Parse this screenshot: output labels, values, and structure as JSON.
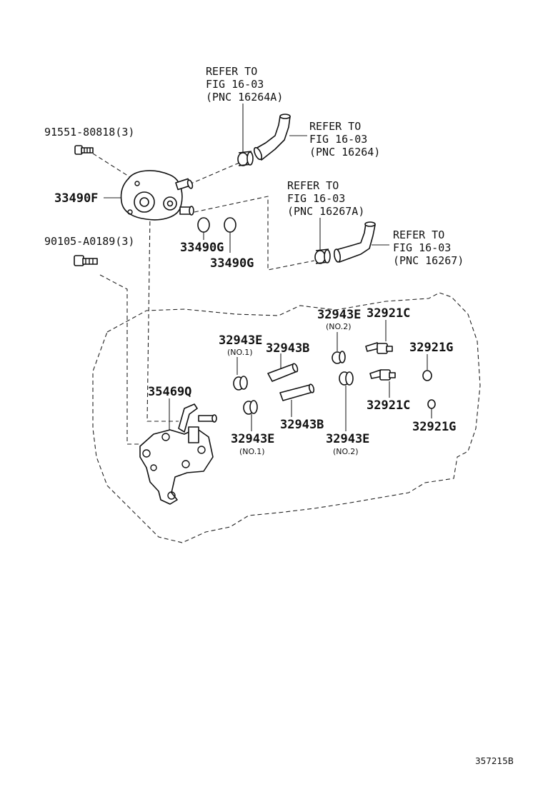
{
  "refs": {
    "r1": [
      "REFER TO",
      "FIG 16-03",
      "(PNC 16264A)"
    ],
    "r2": [
      "REFER TO",
      "FIG 16-03",
      "(PNC 16264)"
    ],
    "r3": [
      "REFER TO",
      "FIG 16-03",
      "(PNC 16267A)"
    ],
    "r4": [
      "REFER TO",
      "FIG 16-03",
      "(PNC 16267)"
    ]
  },
  "parts": {
    "bolt_upper": "91551-80818(3)",
    "bolt_lower": "90105-A0189(3)",
    "pump": "33490F",
    "oring_a": "33490G",
    "oring_b": "33490G",
    "bracket": "35469Q",
    "clamp_no1_top": "32943E",
    "clamp_no1_top_note": "(NO.1)",
    "clamp_no2_top": "32943E",
    "clamp_no2_top_note": "(NO.2)",
    "hose_top": "32943B",
    "hose_bottom": "32943B",
    "clamp_no1_bottom": "32943E",
    "clamp_no1_bottom_note": "(NO.1)",
    "clamp_no2_bottom": "32943E",
    "clamp_no2_bottom_note": "(NO.2)",
    "nipple_top": "32921C",
    "nipple_bottom": "32921C",
    "gasket_top": "32921G",
    "gasket_bottom": "32921G"
  },
  "figure_number": "357215B"
}
